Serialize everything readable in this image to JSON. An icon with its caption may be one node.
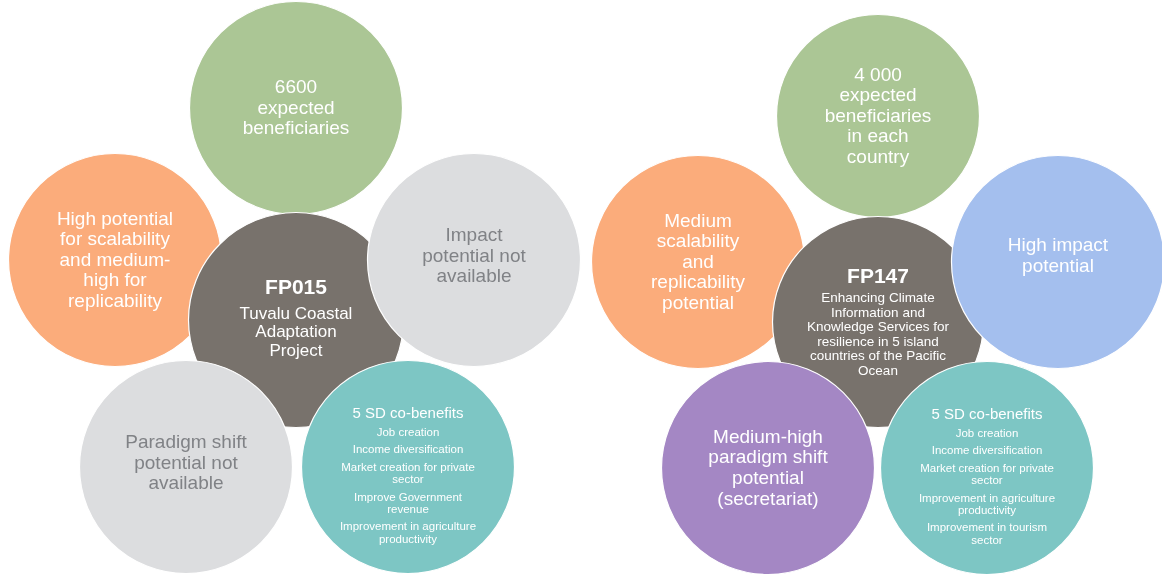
{
  "diagram": {
    "nodes": [
      {
        "text": [
          "6600 expected beneficiaries"
        ]
      },
      {
        "text": [
          "High potential for scalability and medium-high for replicability"
        ]
      },
      {
        "text": [
          "FP015",
          "Tuvalu Coastal Adaptation Project"
        ]
      },
      {
        "text": [
          "Impact potential not available"
        ]
      },
      {
        "text": [
          "Paradigm shift potential not available"
        ]
      },
      {
        "text": [
          "5 SD co-benefits",
          "Job creation",
          "Income diversification",
          "Market creation for private sector",
          "Improve Government revenue",
          "Improvement in agriculture productivity"
        ]
      },
      {
        "text": [
          "4 000 expected beneficiaries in each country"
        ]
      },
      {
        "text": [
          "Medium scalability and replicability potential"
        ]
      },
      {
        "text": [
          "FP147",
          "Enhancing Climate Information and Knowledge Services for resilience in 5 island countries of the Pacific Ocean"
        ]
      },
      {
        "text": [
          "High impact potential"
        ]
      },
      {
        "text": [
          "Medium-high paradigm shift potential (secretariat)"
        ]
      },
      {
        "text": [
          "5 SD co-benefits",
          "Job creation",
          "Income diversification",
          "Market creation for private sector",
          "Improvement in agriculture productivity",
          "Improvement in tourism sector"
        ]
      }
    ]
  }
}
